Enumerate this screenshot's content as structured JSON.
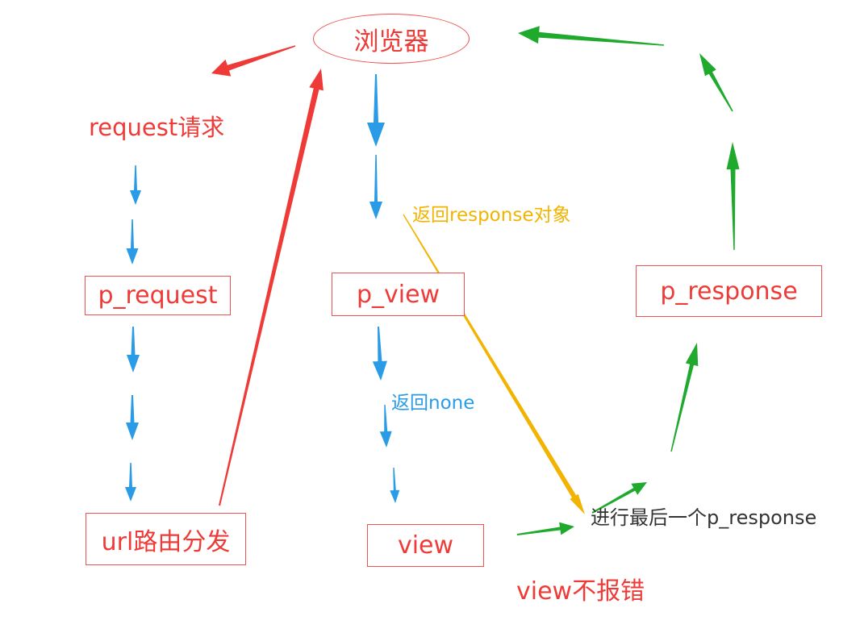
{
  "nodes": {
    "browser": "浏览器",
    "request": "request请求",
    "p_request": "p_request",
    "url_dispatch": "url路由分发",
    "p_view": "p_view",
    "view": "view",
    "p_response": "p_response"
  },
  "annotations": {
    "return_response": "返回response对象",
    "return_none": "返回none",
    "final_response": "进行最后一个p_response",
    "view_no_error": "view不报错"
  },
  "colors": {
    "red": "#ee3b37",
    "blue": "#2a9be6",
    "green": "#1faa2e",
    "orange": "#f2b400"
  }
}
